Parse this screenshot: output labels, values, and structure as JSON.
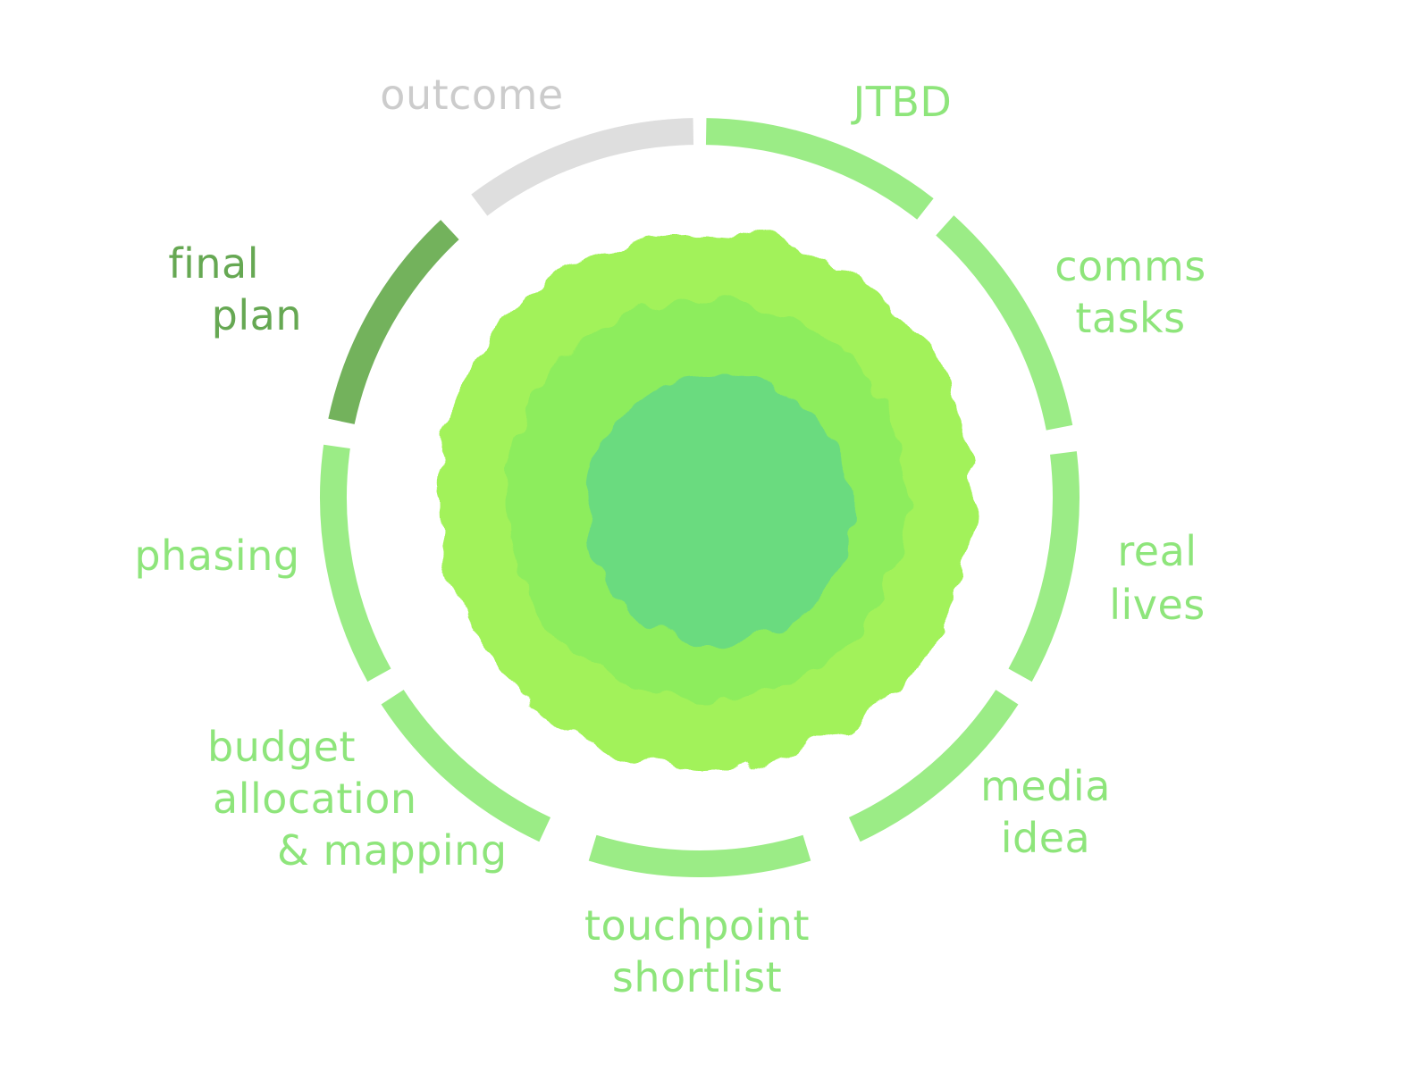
{
  "colors": {
    "default_segment": "#9bec86",
    "default_text": "#8ee57b",
    "inactive_segment": "#dedede",
    "inactive_text": "#cccccc",
    "active_segment": "#73b25c",
    "active_text": "#66a853",
    "blob_outer": "#a2f25a",
    "blob_mid": "#86ec5e",
    "blob_inner": "#65d886"
  },
  "stages": [
    {
      "id": "jtbd",
      "lines": [
        "JTBD"
      ],
      "state": "default"
    },
    {
      "id": "comms-tasks",
      "lines": [
        "comms",
        "tasks"
      ],
      "state": "default"
    },
    {
      "id": "real-lives",
      "lines": [
        "real",
        "lives"
      ],
      "state": "default"
    },
    {
      "id": "media-idea",
      "lines": [
        "media",
        "idea"
      ],
      "state": "default"
    },
    {
      "id": "touchpoint-shortlist",
      "lines": [
        "touchpoint",
        "shortlist"
      ],
      "state": "default"
    },
    {
      "id": "budget-allocation-mapping",
      "lines": [
        "budget",
        "allocation",
        "& mapping"
      ],
      "state": "default"
    },
    {
      "id": "phasing",
      "lines": [
        "phasing"
      ],
      "state": "default"
    },
    {
      "id": "final-plan",
      "lines": [
        "final",
        "plan"
      ],
      "state": "active"
    },
    {
      "id": "outcome",
      "lines": [
        "outcome"
      ],
      "state": "inactive"
    }
  ]
}
